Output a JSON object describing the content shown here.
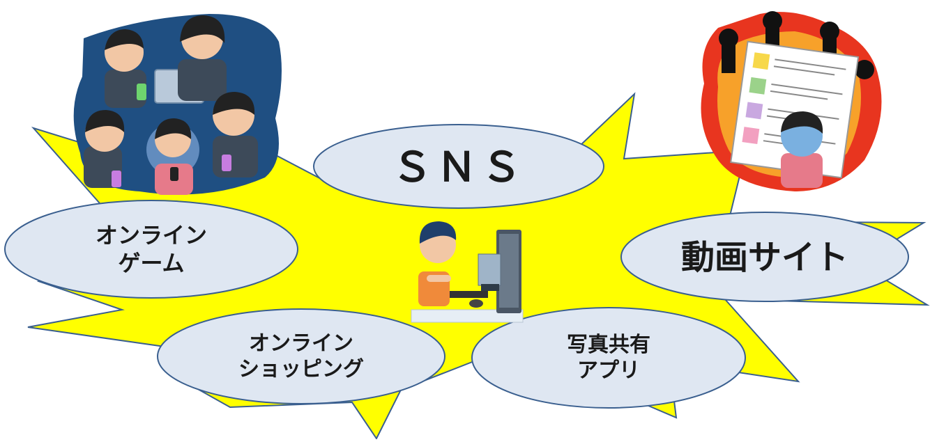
{
  "colors": {
    "burst_fill": "#ffff00",
    "burst_stroke": "#3a5f8f",
    "ellipse_fill": "#dfe7f2",
    "ellipse_stroke": "#3a5f8f",
    "group_bg": "#1f4f82",
    "fire": "#e8351f"
  },
  "icons": {
    "top_left": "group-using-phones-icon",
    "top_right": "online-flaming-icon",
    "center": "child-using-computer-icon"
  },
  "labels": {
    "sns": "ＳＮＳ",
    "online_game": [
      "オンライン",
      "ゲーム"
    ],
    "video_site": "動画サイト",
    "online_shopping": [
      "オンライン",
      "ショッピング"
    ],
    "photo_app": [
      "写真共有",
      "アプリ"
    ]
  }
}
